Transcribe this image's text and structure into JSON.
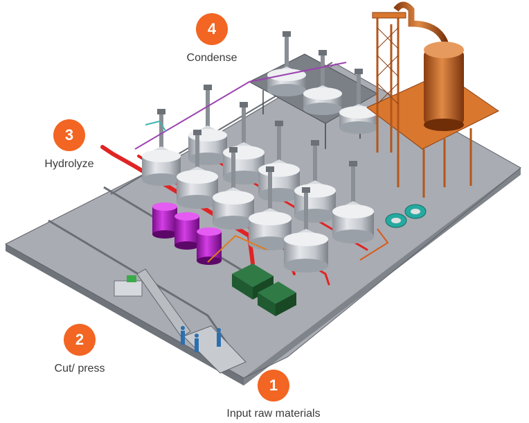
{
  "accent_color": "#f26522",
  "steps": [
    {
      "number": "1",
      "label": "Input raw materials"
    },
    {
      "number": "2",
      "label": "Cut/ press"
    },
    {
      "number": "3",
      "label": "Hydrolyze"
    },
    {
      "number": "4",
      "label": "Condense"
    }
  ]
}
